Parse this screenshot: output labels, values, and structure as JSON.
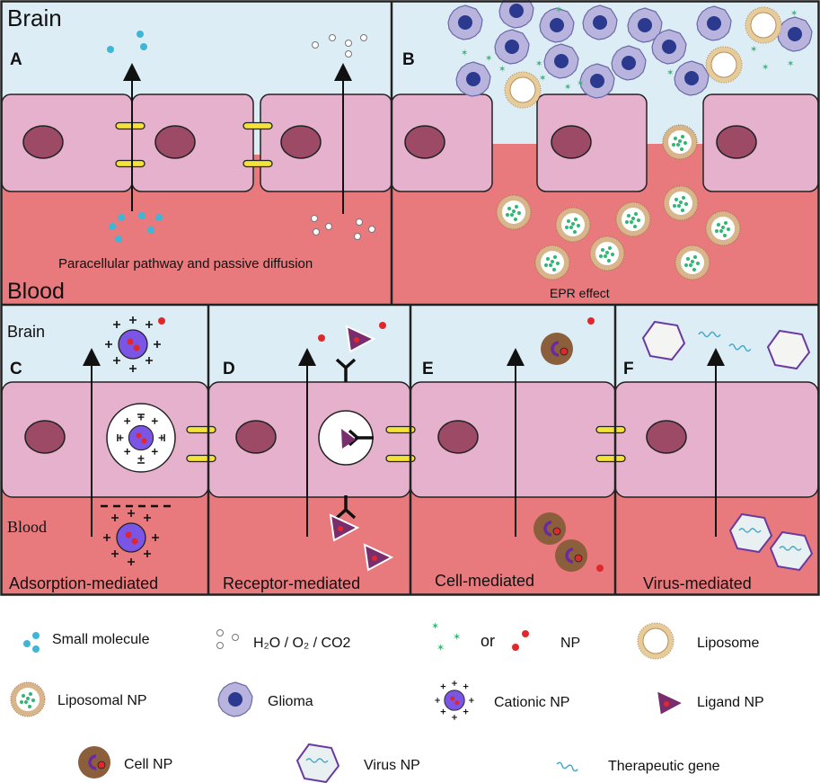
{
  "panels": {
    "a": {
      "region_brain": "Brain",
      "region_blood": "Blood",
      "letter": "A",
      "caption": "Paracellular pathway and passive diffusion"
    },
    "b": {
      "letter": "B",
      "caption": "EPR effect"
    },
    "c": {
      "region_brain": "Brain",
      "region_blood": "Blood",
      "letter": "C",
      "caption": "Adsorption-mediated"
    },
    "d": {
      "letter": "D",
      "caption": "Receptor-mediated"
    },
    "e": {
      "letter": "E",
      "caption": "Cell-mediated"
    },
    "f": {
      "letter": "F",
      "caption": "Virus-mediated"
    }
  },
  "legend": {
    "small_molecule": "Small molecule",
    "gases": "H₂O / O₂ / CO2",
    "or": "or",
    "np": "NP",
    "liposome": "Liposome",
    "liposomal_np": "Liposomal NP",
    "glioma": "Glioma",
    "cationic_np": "Cationic NP",
    "ligand_np": "Ligand NP",
    "cell_np": "Cell NP",
    "virus_np": "Virus NP",
    "therapeutic_gene": "Therapeutic gene"
  },
  "colors": {
    "brain_bg": "#dcedf5",
    "blood_bg": "#e8797c",
    "cell_fill": "#e6b1cc",
    "nucleus": "#9c4a66",
    "tight_junction": "#f2e23a",
    "small_molecule": "#3fb6d6",
    "glioma": "#b8b4dd",
    "glioma_core": "#2b3a8f",
    "np_red": "#e0282c",
    "np_green": "#2eb872",
    "cationic_core": "#7a55e6",
    "ligand_np": "#7a2d6c",
    "cell_np": "#8b5e3c",
    "virus_edge": "#6a3aa0",
    "gene": "#47a9c9"
  }
}
